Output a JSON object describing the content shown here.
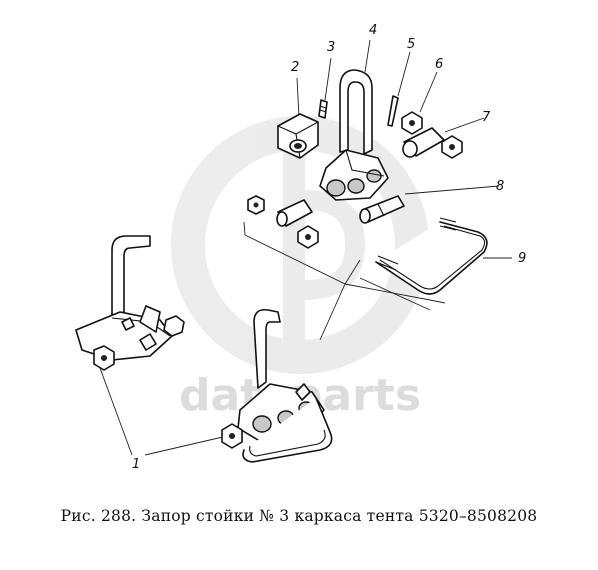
{
  "watermark": {
    "text": "dataparts"
  },
  "callouts": [
    {
      "id": "c1",
      "label": "1"
    },
    {
      "id": "c2",
      "label": "2"
    },
    {
      "id": "c3",
      "label": "3"
    },
    {
      "id": "c4",
      "label": "4"
    },
    {
      "id": "c5",
      "label": "5"
    },
    {
      "id": "c6",
      "label": "6"
    },
    {
      "id": "c7",
      "label": "7"
    },
    {
      "id": "c8",
      "label": "8"
    },
    {
      "id": "c9",
      "label": "9"
    }
  ],
  "caption": "Рис. 288. Запор стойки № 3 каркаса тента 5320–8508208"
}
